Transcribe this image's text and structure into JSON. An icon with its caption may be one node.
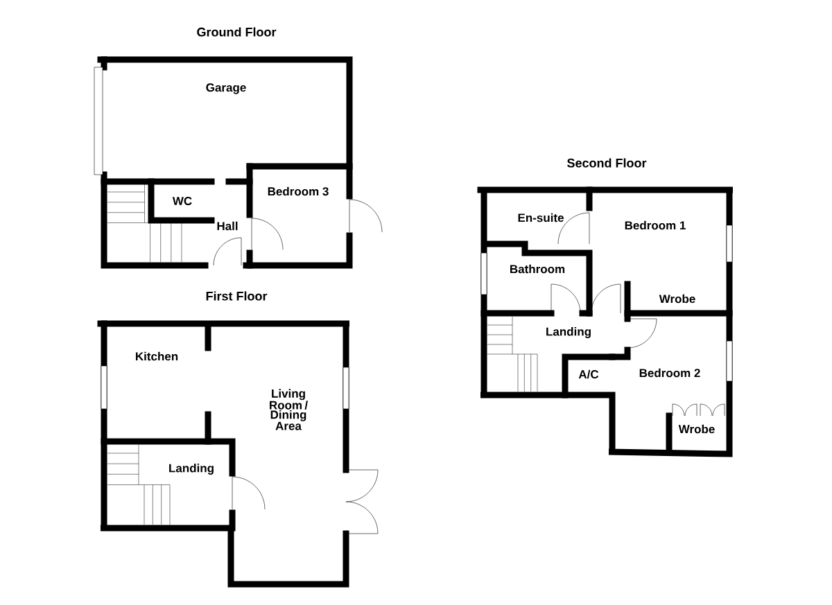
{
  "diagram": {
    "labels": [
      "Ground Floor",
      "Garage",
      "Second Floor",
      "Bedroom 3",
      "WC",
      "En-suite",
      "Bedroom 1",
      "Hall",
      "Bathroom",
      "First Floor",
      "Wrobe",
      "Landing",
      "Kitchen",
      "A/C",
      "Bedroom 2",
      "Living Room / Dining Area",
      "Wrobe",
      "Landing"
    ]
  }
}
